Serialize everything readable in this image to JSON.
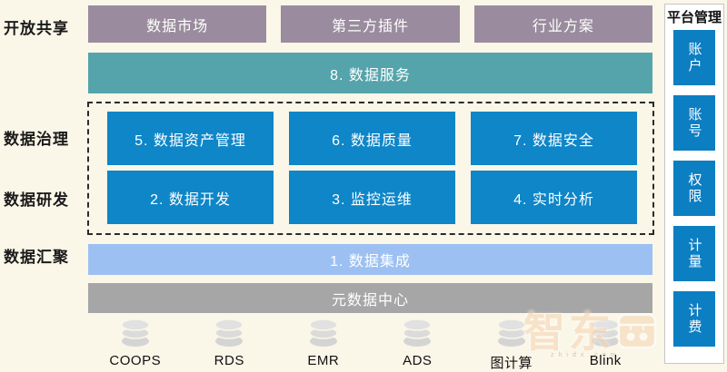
{
  "left_labels": {
    "open_share": "开放共享",
    "governance": "数据治理",
    "development": "数据研发",
    "aggregation": "数据汇聚"
  },
  "top_row": {
    "items": [
      {
        "label": "数据市场"
      },
      {
        "label": "第三方插件"
      },
      {
        "label": "行业方案"
      }
    ]
  },
  "service_bar": {
    "label": "8. 数据服务"
  },
  "governance_row": {
    "items": [
      {
        "label": "5. 数据资产管理"
      },
      {
        "label": "6. 数据质量"
      },
      {
        "label": "7. 数据安全"
      }
    ]
  },
  "dev_row": {
    "items": [
      {
        "label": "2. 数据开发"
      },
      {
        "label": "3. 监控运维"
      },
      {
        "label": "4. 实时分析"
      }
    ]
  },
  "integration_bar": {
    "label": "1. 数据集成"
  },
  "metadata_bar": {
    "label": "元数据中心"
  },
  "datasources": {
    "items": [
      {
        "label": "COOPS"
      },
      {
        "label": "RDS"
      },
      {
        "label": "EMR"
      },
      {
        "label": "ADS"
      },
      {
        "label": "图计算"
      },
      {
        "label": "Blink"
      }
    ]
  },
  "platform_panel": {
    "title": "平台管理",
    "items": [
      {
        "label": "账户"
      },
      {
        "label": "账号"
      },
      {
        "label": "权限"
      },
      {
        "label": "计量"
      },
      {
        "label": "计费"
      }
    ]
  },
  "watermark": {
    "text": "智东",
    "domain": "zhidx.com"
  },
  "colors": {
    "background": "#FAF6E8",
    "mauve_box": "#9A8C9E",
    "teal_bar": "#55A4AB",
    "blue_box": "#0E86C8",
    "light_blue_bar": "#9DC0F2",
    "gray_bar": "#A6A6A6",
    "panel_box_blue": "#0C7EC2",
    "cylinder_gray": "#D9D9D9",
    "watermark_orange": "#E7943E"
  }
}
